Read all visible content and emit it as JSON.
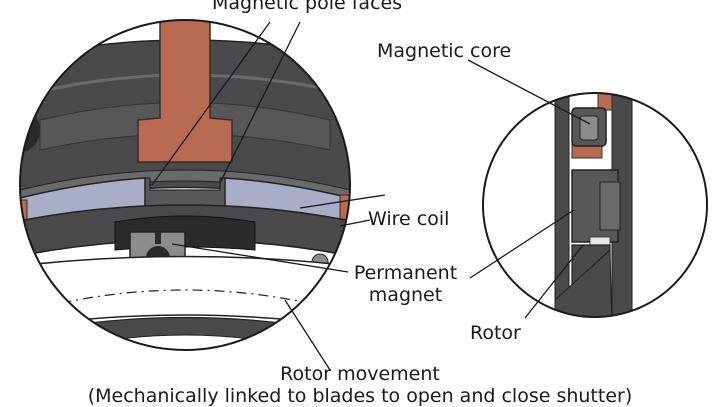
{
  "labels": {
    "pole_faces": "Magnetic pole faces",
    "core": "Magnetic core",
    "wire_coil": "Wire coil",
    "magnet_line1": "Permanent",
    "magnet_line2": "magnet",
    "rotor": "Rotor",
    "movement_line1": "Rotor movement",
    "movement_line2": "(Mechanically linked to blades to open and close shutter)"
  },
  "colors": {
    "copper": "#b86a52",
    "coil": "#a9aec6",
    "housing": "#4a4a4d",
    "part_grey": "#8c8c8f",
    "ink": "#1a1a1a"
  }
}
